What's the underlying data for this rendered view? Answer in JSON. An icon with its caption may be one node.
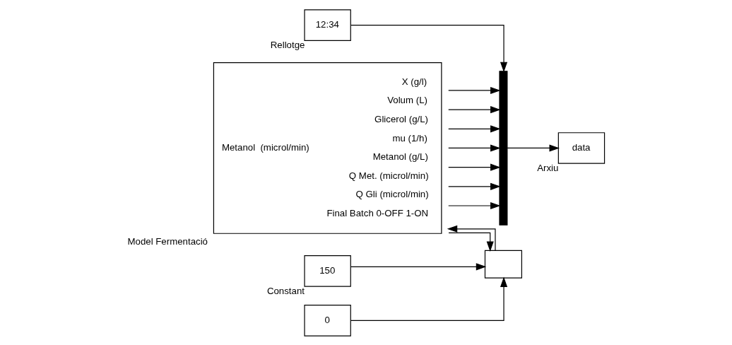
{
  "diagram": {
    "nodes": [
      {
        "text": [
          "12:34"
        ],
        "beside": [
          "Rellotge"
        ]
      },
      {
        "text": [
          "Metanol  (microl/min)",
          "X (g/l)",
          "Volum (L)",
          "Glicerol (g/L)",
          "mu (1/h)",
          "Metanol (g/L)",
          "Q Met. (microl/min)",
          "Q Gli (microl/min)",
          "Final Batch 0-OFF 1-ON"
        ],
        "beside": [
          "Model Fermentació"
        ]
      },
      {
        "text": [],
        "shape": "bar"
      },
      {
        "text": [
          "data"
        ],
        "beside": [
          "Arxiu"
        ]
      },
      {
        "text": [
          "150"
        ],
        "beside": [
          "Constant"
        ]
      },
      {
        "text": [],
        "shape": "box"
      },
      {
        "text": [
          "0"
        ]
      }
    ],
    "edges": [
      {
        "from": 0,
        "to": 2,
        "arrow": "to"
      },
      {
        "from": 1,
        "to": 2,
        "arrow": "to"
      },
      {
        "from": 1,
        "to": 2,
        "arrow": "to"
      },
      {
        "from": 1,
        "to": 2,
        "arrow": "to"
      },
      {
        "from": 1,
        "to": 2,
        "arrow": "to"
      },
      {
        "from": 1,
        "to": 2,
        "arrow": "to"
      },
      {
        "from": 1,
        "to": 2,
        "arrow": "to"
      },
      {
        "from": 1,
        "to": 2,
        "arrow": "to"
      },
      {
        "from": 2,
        "to": 3,
        "arrow": "to"
      },
      {
        "from": 4,
        "to": 5,
        "arrow": "to"
      },
      {
        "from": 1,
        "to": 5,
        "arrow": "to"
      },
      {
        "from": 6,
        "to": 5,
        "arrow": "to"
      },
      {
        "from": 5,
        "to": 1,
        "arrow": "to"
      }
    ]
  }
}
